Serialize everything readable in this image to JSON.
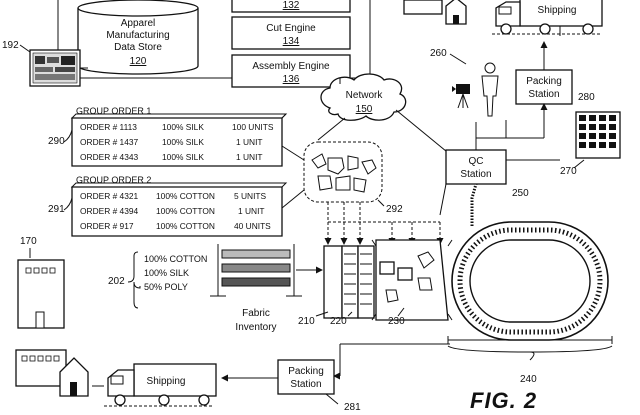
{
  "engines": [
    {
      "name": "",
      "num": "132"
    },
    {
      "name": "Cut Engine",
      "num": "134"
    },
    {
      "name": "Assembly Engine",
      "num": "136"
    }
  ],
  "datastore": {
    "line1": "Apparel",
    "line2": "Manufacturing",
    "line3": "Data Store",
    "num": "120"
  },
  "terminal_ref": "192",
  "network": {
    "label": "Network",
    "num": "150"
  },
  "group1": {
    "title": "GROUP ORDER 1",
    "ref": "290",
    "rows": [
      {
        "order": "ORDER # 1113",
        "mat": "100% SILK",
        "qty": "100 UNITS"
      },
      {
        "order": "ORDER # 1437",
        "mat": "100% SILK",
        "qty": "1 UNIT"
      },
      {
        "order": "ORDER # 4343",
        "mat": "100% SILK",
        "qty": "1 UNIT"
      }
    ]
  },
  "group2": {
    "title": "GROUP ORDER 2",
    "ref": "291",
    "rows": [
      {
        "order": "ORDER # 4321",
        "mat": "100% COTTON",
        "qty": "5 UNITS"
      },
      {
        "order": "ORDER # 4394",
        "mat": "100% COTTON",
        "qty": "1 UNIT"
      },
      {
        "order": "ORDER # 917",
        "mat": "100% COTTON",
        "qty": "40 UNITS"
      }
    ]
  },
  "pattern_ref": "292",
  "shipping_label": "Shipping",
  "packing_label_1": "Packing",
  "packing_label_2": "Station",
  "packing_top_ref": "280",
  "packing_bottom_ref": "281",
  "camera_ref": "260",
  "qc": {
    "line1": "QC",
    "line2": "Station",
    "ref": "250"
  },
  "grid_ref": "270",
  "building_ref": "170",
  "fabric": {
    "ref": "202",
    "types": [
      "100% COTTON",
      "100% SILK",
      "50% POLY"
    ],
    "label1": "Fabric",
    "label2": "Inventory"
  },
  "refs": {
    "r210": "210",
    "r220": "220",
    "r230": "230",
    "r240": "240"
  },
  "fig_label": "FIG. 2"
}
